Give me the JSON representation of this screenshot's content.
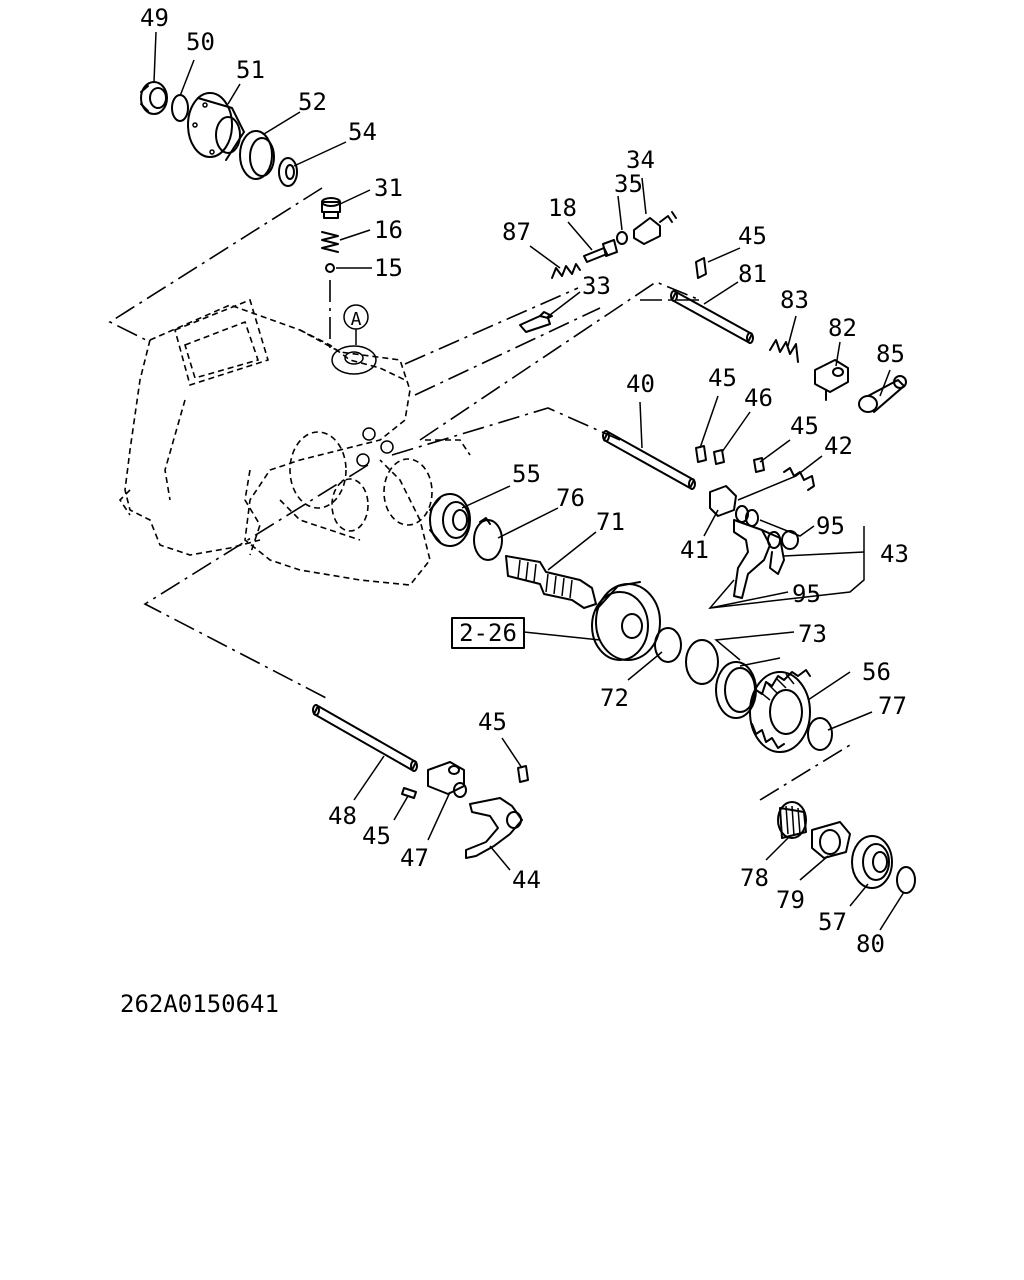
{
  "diagram": {
    "drawing_number": "262A0150641",
    "reference_box": "2-26",
    "view_marker": "A",
    "labels": {
      "l49": "49",
      "l50": "50",
      "l51": "51",
      "l52": "52",
      "l54": "54",
      "l31": "31",
      "l16": "16",
      "l15": "15",
      "l87": "87",
      "l18": "18",
      "l35": "35",
      "l34": "34",
      "l33": "33",
      "l45a": "45",
      "l81": "81",
      "l83": "83",
      "l82": "82",
      "l85": "85",
      "l40": "40",
      "l45b": "45",
      "l46": "46",
      "l45c": "45",
      "l42": "42",
      "l55": "55",
      "l76": "76",
      "l71": "71",
      "l41": "41",
      "l95a": "95",
      "l43": "43",
      "l95b": "95",
      "l73": "73",
      "l72": "72",
      "l56": "56",
      "l77": "77",
      "l45d": "45",
      "l48": "48",
      "l45e": "45",
      "l47": "47",
      "l44": "44",
      "l78": "78",
      "l79": "79",
      "l57": "57",
      "l80": "80"
    }
  }
}
